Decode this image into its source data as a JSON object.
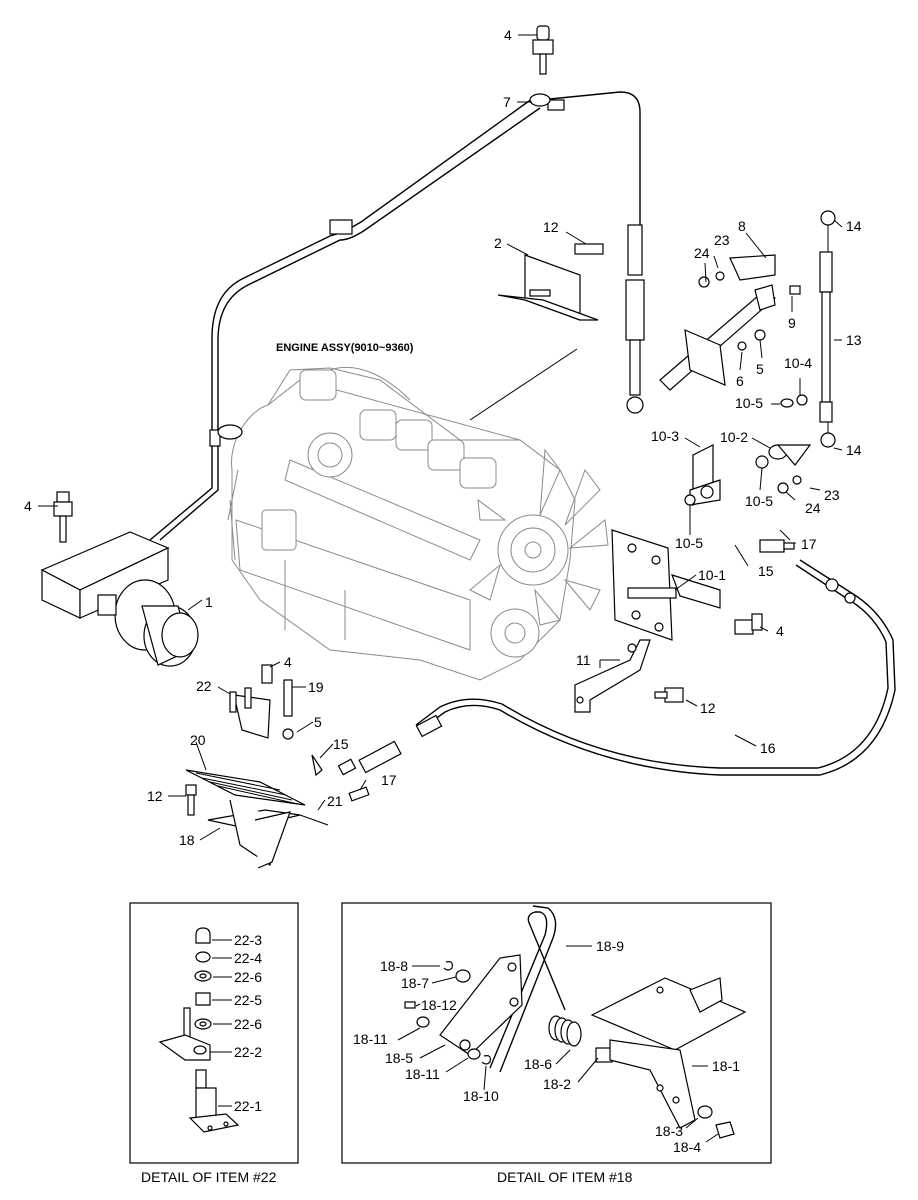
{
  "engine_label": "ENGINE ASSY(9010~9360)",
  "labels": {
    "l4a": "4",
    "l7": "7",
    "l12a": "12",
    "l2": "2",
    "l24a": "24",
    "l23a": "23",
    "l8": "8",
    "l14a": "14",
    "l9": "9",
    "l13": "13",
    "l6": "6",
    "l5a": "5",
    "l10_4": "10-4",
    "l10_5a": "10-5",
    "l10_3": "10-3",
    "l10_2": "10-2",
    "l14b": "14",
    "l10_5b": "10-5",
    "l23b": "23",
    "l24b": "24",
    "l10_5c": "10-5",
    "l17a": "17",
    "l15a": "15",
    "l10_1": "10-1",
    "l4b": "4",
    "l4c": "4",
    "l1": "1",
    "l11": "11",
    "l12b": "12",
    "l16": "16",
    "l4d": "4",
    "l22": "22",
    "l19": "19",
    "l5b": "5",
    "l20": "20",
    "l15b": "15",
    "l17b": "17",
    "l12c": "12",
    "l21": "21",
    "l18": "18"
  },
  "detail22": {
    "caption": "DETAIL OF ITEM #22",
    "labels": [
      "22-3",
      "22-4",
      "22-6",
      "22-5",
      "22-6",
      "22-2",
      "22-1"
    ]
  },
  "detail18": {
    "caption": "DETAIL OF ITEM #18",
    "labels": [
      "18-9",
      "18-8",
      "18-7",
      "18-12",
      "18-11",
      "18-5",
      "18-11",
      "18-6",
      "18-10",
      "18-2",
      "18-1",
      "18-3",
      "18-4"
    ]
  }
}
